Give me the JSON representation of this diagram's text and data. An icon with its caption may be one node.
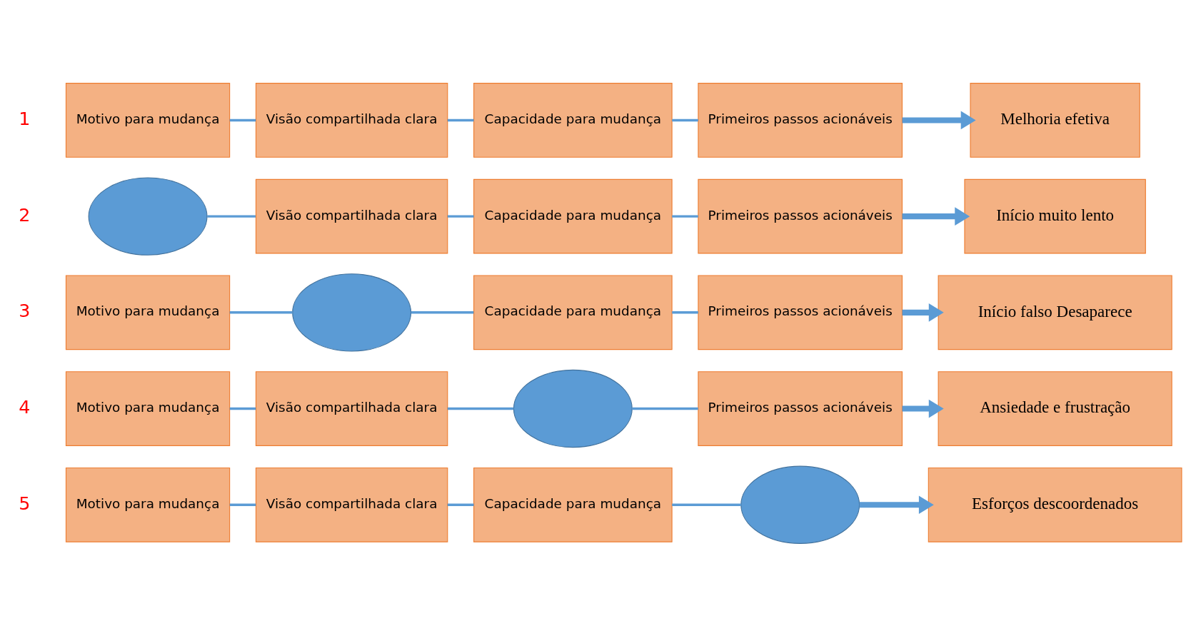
{
  "diagram": {
    "nodes": [
      {
        "text": [
          "Motivo para mudança"
        ]
      },
      {
        "text": [
          "Visão compartilhada clara"
        ]
      },
      {
        "text": [
          "Capacidade para mudança"
        ]
      },
      {
        "text": [
          "Primeiros passos acionáveis"
        ]
      },
      {
        "text": [
          "Melhoria efetiva"
        ]
      },
      {
        "text": [],
        "shape": "ellipse"
      },
      {
        "text": [
          "Visão compartilhada clara"
        ]
      },
      {
        "text": [
          "Capacidade para mudança"
        ]
      },
      {
        "text": [
          "Primeiros passos acionáveis"
        ]
      },
      {
        "text": [
          "Início muito lento"
        ]
      },
      {
        "text": [
          "Motivo para mudança"
        ]
      },
      {
        "text": [],
        "shape": "ellipse"
      },
      {
        "text": [
          "Capacidade para mudança"
        ]
      },
      {
        "text": [
          "Primeiros passos acionáveis"
        ]
      },
      {
        "text": [
          "Início falso Desaparece"
        ]
      },
      {
        "text": [
          "Motivo para mudança"
        ]
      },
      {
        "text": [
          "Visão compartilhada clara"
        ]
      },
      {
        "text": [],
        "shape": "ellipse"
      },
      {
        "text": [
          "Primeiros passos acionáveis"
        ]
      },
      {
        "text": [
          "Ansiedade e frustração"
        ]
      },
      {
        "text": [
          "Motivo para mudança"
        ]
      },
      {
        "text": [
          "Visão compartilhada clara"
        ]
      },
      {
        "text": [
          "Capacidade para mudança"
        ]
      },
      {
        "text": [],
        "shape": "ellipse"
      },
      {
        "text": [
          "Esforços descoordenados"
        ]
      }
    ],
    "edges": [
      {
        "from": 0,
        "to": 1,
        "arrow": "none"
      },
      {
        "from": 1,
        "to": 2,
        "arrow": "none"
      },
      {
        "from": 2,
        "to": 3,
        "arrow": "none"
      },
      {
        "from": 3,
        "to": 4,
        "arrow": "to",
        "style": "thick"
      },
      {
        "from": 5,
        "to": 6,
        "arrow": "none"
      },
      {
        "from": 6,
        "to": 7,
        "arrow": "none"
      },
      {
        "from": 7,
        "to": 8,
        "arrow": "none"
      },
      {
        "from": 8,
        "to": 9,
        "arrow": "to",
        "style": "thick"
      },
      {
        "from": 10,
        "to": 11,
        "arrow": "none"
      },
      {
        "from": 11,
        "to": 12,
        "arrow": "none"
      },
      {
        "from": 12,
        "to": 13,
        "arrow": "none"
      },
      {
        "from": 13,
        "to": 14,
        "arrow": "to",
        "style": "thick"
      },
      {
        "from": 15,
        "to": 16,
        "arrow": "none"
      },
      {
        "from": 16,
        "to": 17,
        "arrow": "none"
      },
      {
        "from": 17,
        "to": 18,
        "arrow": "none"
      },
      {
        "from": 18,
        "to": 19,
        "arrow": "to",
        "style": "thick"
      },
      {
        "from": 20,
        "to": 21,
        "arrow": "none"
      },
      {
        "from": 21,
        "to": 22,
        "arrow": "none"
      },
      {
        "from": 22,
        "to": 23,
        "arrow": "none"
      },
      {
        "from": 23,
        "to": 24,
        "arrow": "to",
        "style": "thick"
      }
    ],
    "labels": [
      "1",
      "2",
      "3",
      "4",
      "5"
    ]
  }
}
